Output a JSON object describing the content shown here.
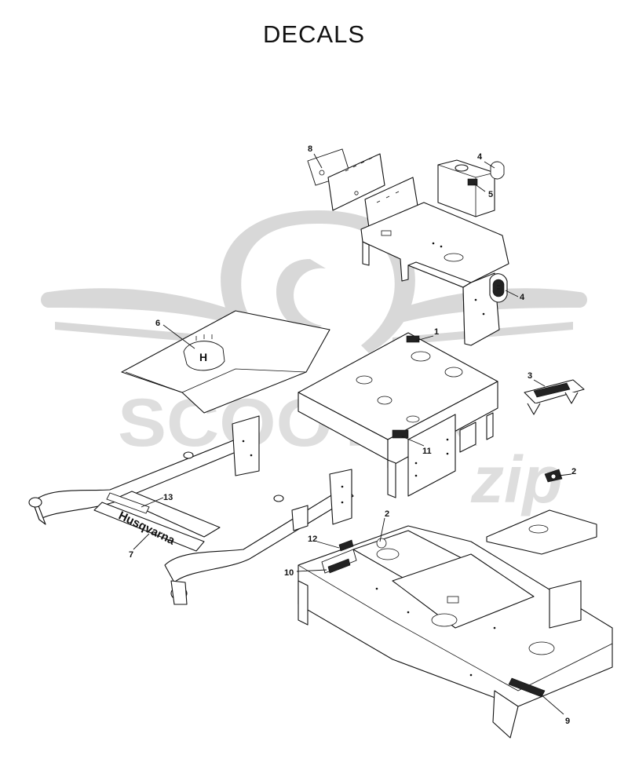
{
  "title": "DECALS",
  "watermark": {
    "word": "SCOOTER",
    "script": "zip"
  },
  "brand_decal": {
    "text": "Husqvarna"
  },
  "callouts": [
    {
      "id": "c1",
      "label": "1"
    },
    {
      "id": "c2a",
      "label": "2"
    },
    {
      "id": "c2b",
      "label": "2"
    },
    {
      "id": "c3",
      "label": "3"
    },
    {
      "id": "c4a",
      "label": "4"
    },
    {
      "id": "c4b",
      "label": "4"
    },
    {
      "id": "c5",
      "label": "5"
    },
    {
      "id": "c6",
      "label": "6"
    },
    {
      "id": "c7",
      "label": "7"
    },
    {
      "id": "c8",
      "label": "8"
    },
    {
      "id": "c9",
      "label": "9"
    },
    {
      "id": "c10",
      "label": "10"
    },
    {
      "id": "c11",
      "label": "11"
    },
    {
      "id": "c12",
      "label": "12"
    },
    {
      "id": "c13",
      "label": "13"
    }
  ],
  "colors": {
    "line": "#111111",
    "watermark": "#d8d8d8",
    "background": "#ffffff"
  }
}
